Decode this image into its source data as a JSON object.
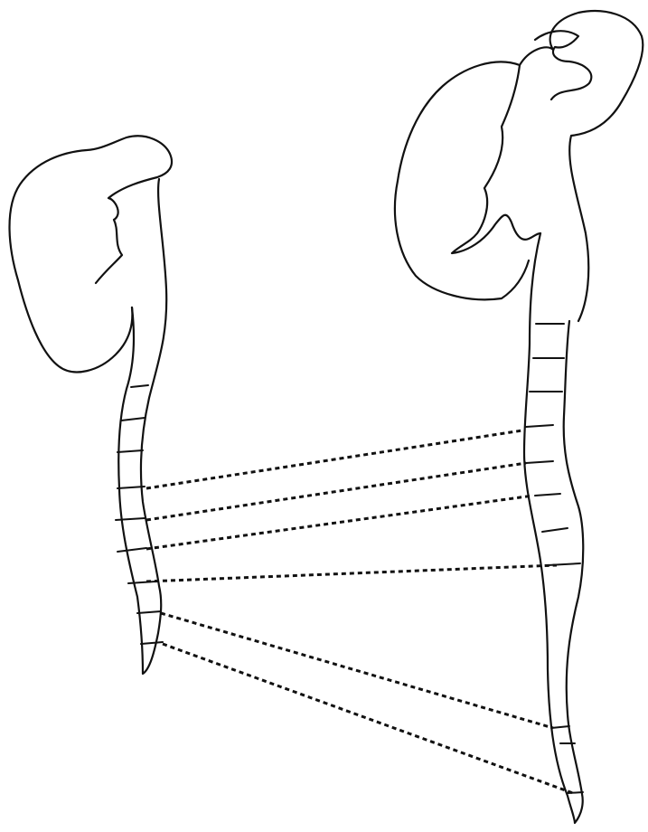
{
  "diagram": {
    "line_color": "#111111",
    "background_color": "#ffffff",
    "left_figure": {
      "segment_boundaries": 9
    },
    "right_figure": {
      "segment_boundaries": 11
    },
    "connectors": {
      "count": 6,
      "style": "dashed"
    }
  }
}
